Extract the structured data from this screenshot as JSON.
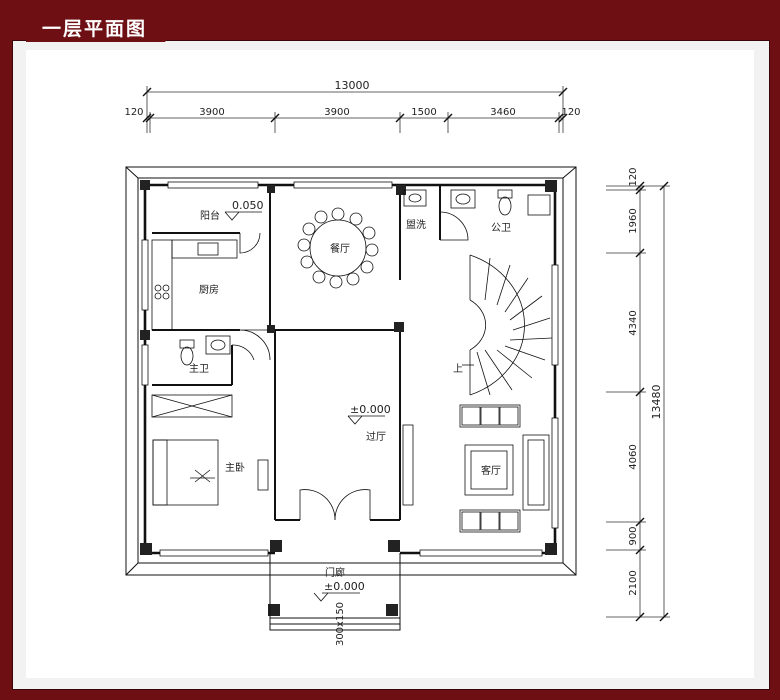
{
  "title": "一层平面图",
  "dims_top": {
    "overall": "13000",
    "segments": [
      "120",
      "3900",
      "3900",
      "1500",
      "3460",
      "120"
    ]
  },
  "dims_right": {
    "overall": "13480",
    "segments": [
      "120",
      "1960",
      "4340",
      "4060",
      "900",
      "2100"
    ]
  },
  "rooms": {
    "balcony": "阳台",
    "kitchen": "厨房",
    "dining": "餐厅",
    "laundry": "盥洗",
    "public_bath": "公卫",
    "master_bath": "主卫",
    "master_bed": "主卧",
    "hall": "过厅",
    "living": "客厅",
    "porch": "门廊",
    "stair_up": "上"
  },
  "levels": {
    "balcony": "0.050",
    "hall": "±0.000",
    "porch": "±0.000"
  },
  "step_note": "300x150"
}
